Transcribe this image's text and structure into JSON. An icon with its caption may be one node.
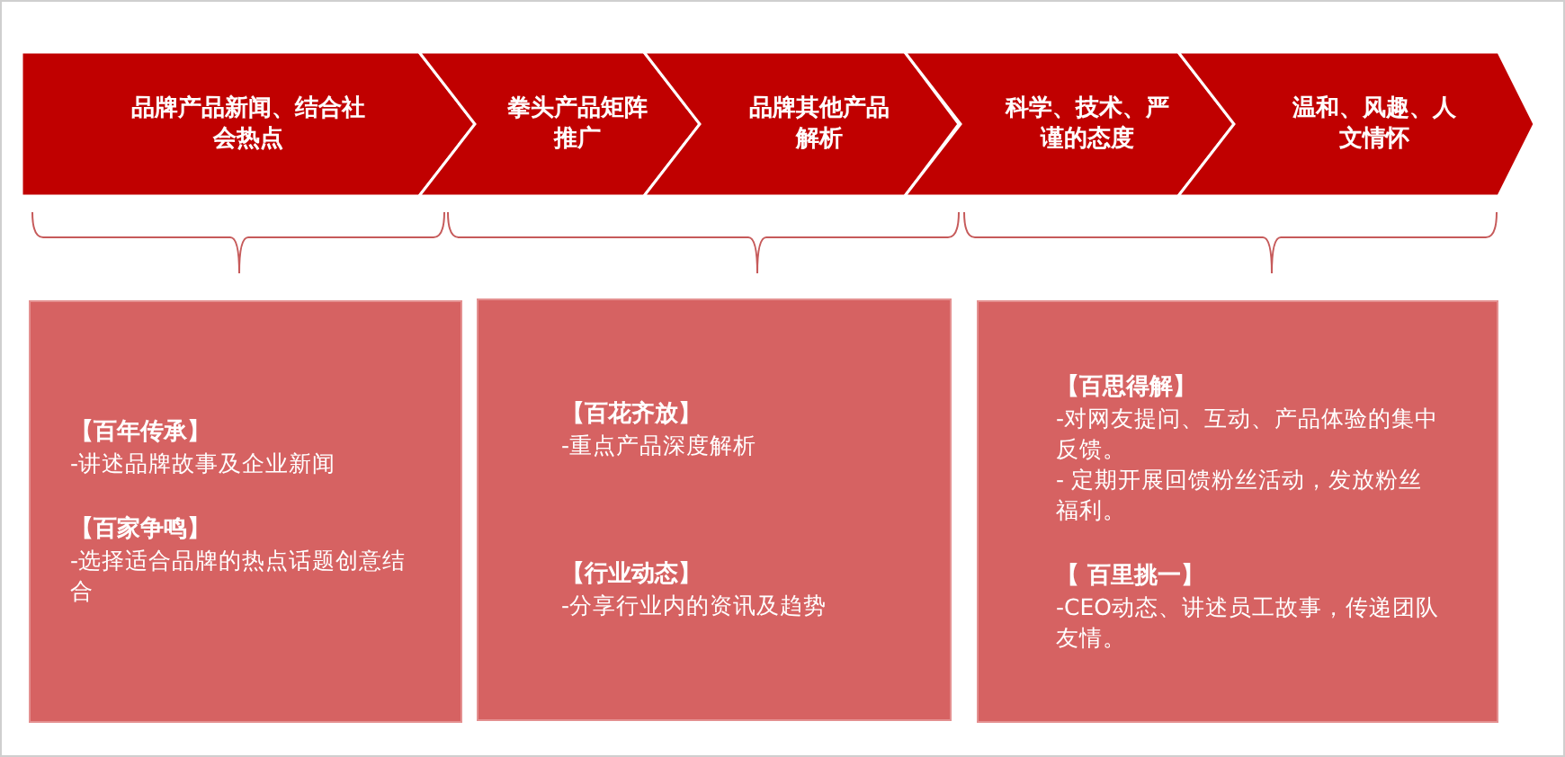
{
  "diagram": {
    "nodes": [
      {
        "text": [
          "品牌产品新闻、结合社会热点"
        ]
      },
      {
        "text": [
          "拳头产品矩阵推广"
        ]
      },
      {
        "text": [
          "品牌其他产品解析"
        ]
      },
      {
        "text": [
          "科学、技术、严谨的态度"
        ]
      },
      {
        "text": [
          "温和、风趣、人文情怀"
        ]
      },
      {
        "text": [
          "【百年传承】",
          "-讲述品牌故事及企业新闻",
          "【百家争鸣】",
          "-选择适合品牌的热点话题创意结合"
        ]
      },
      {
        "text": [
          "【百花齐放】",
          "-重点产品深度解析",
          "【行业动态】",
          "-分享行业内的资讯及趋势"
        ]
      },
      {
        "text": [
          "【百思得解】",
          "-对网友提问、互动、产品体验的集中反馈。",
          "- 定期开展回馈粉丝活动，发放粉丝福利。",
          "【 百里挑一】",
          "-CEO动态、讲述员工故事，传递团队友情。"
        ]
      }
    ]
  }
}
